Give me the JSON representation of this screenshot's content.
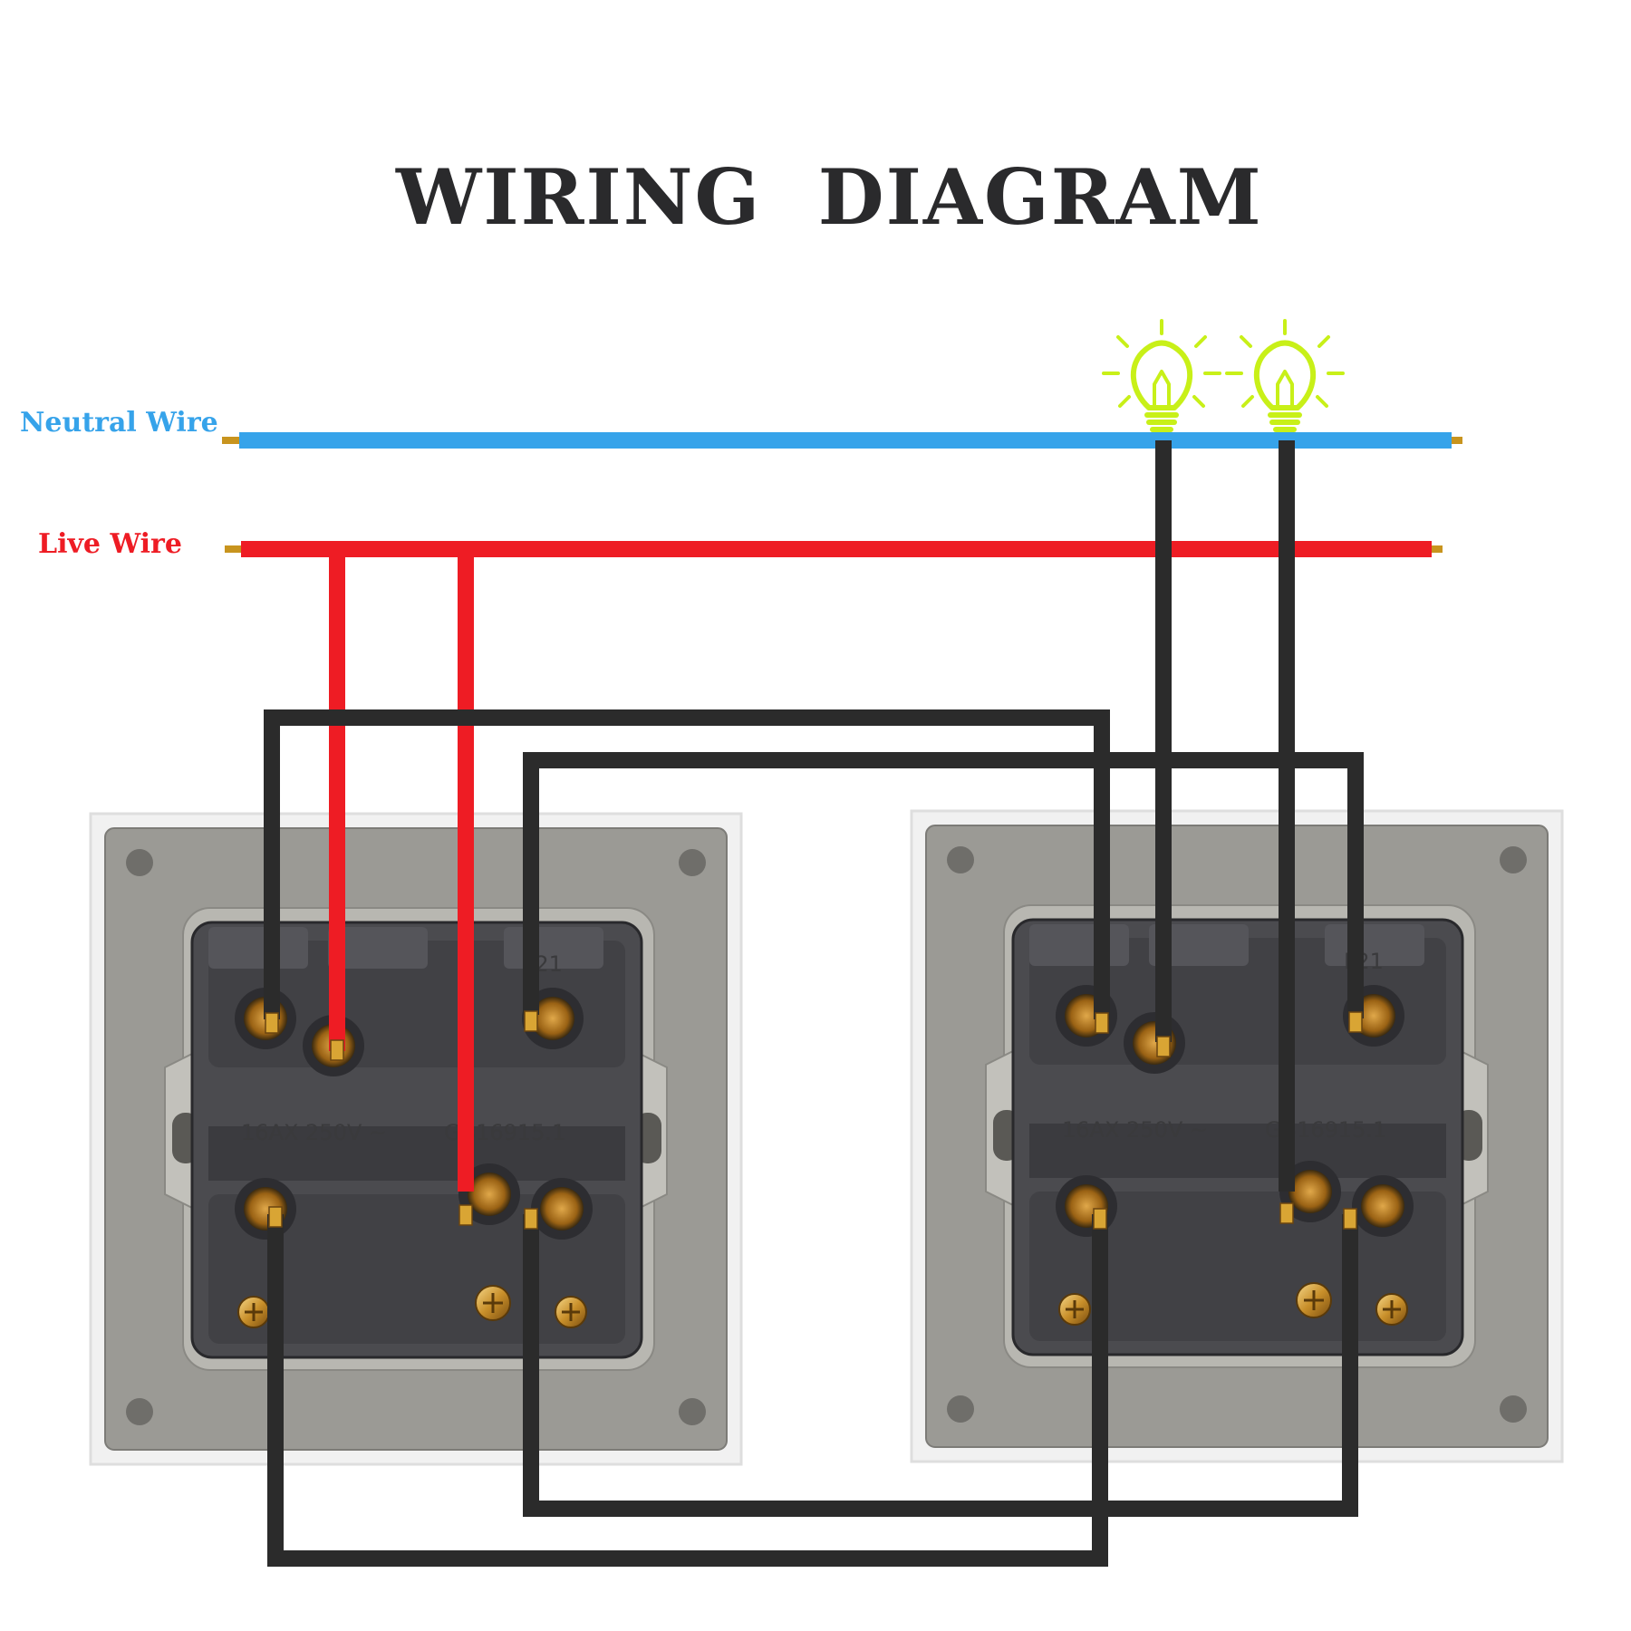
{
  "title": "WIRING  DIAGRAM",
  "labels": {
    "neutral": "Neutral Wire",
    "live": "Live Wire"
  },
  "switches": [
    {
      "rating": "16AX 250V ~",
      "standard": "GB16915.1",
      "terminal_mark": "L21"
    },
    {
      "rating": "16AX 250V ~",
      "standard": "GB16915.1",
      "terminal_mark": "L21"
    }
  ],
  "colors": {
    "neutral": "#36a3ea",
    "live": "#ee1c24",
    "switch_wire": "#2b2b2b",
    "bulb": "#c8f018",
    "title": "#2a2a2c"
  },
  "icons": [
    "light-bulb-icon",
    "light-bulb-icon"
  ]
}
